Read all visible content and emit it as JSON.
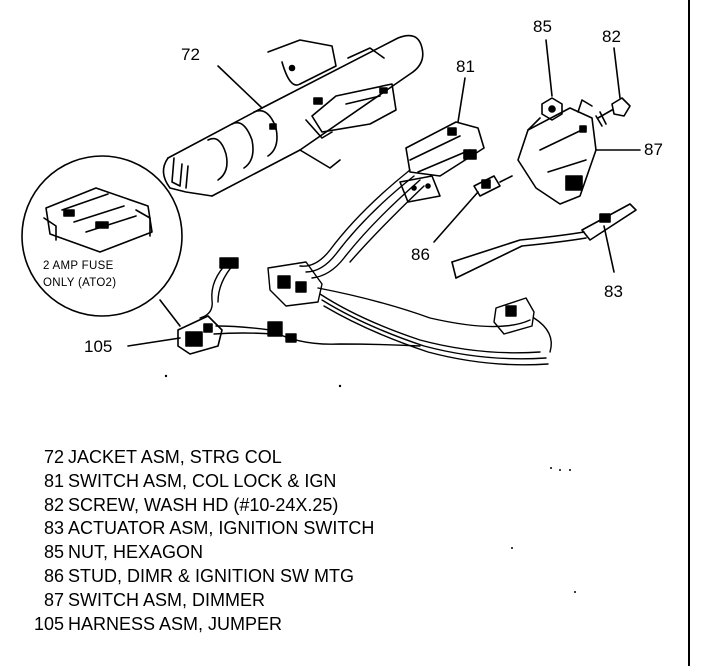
{
  "callouts": {
    "c72": "72",
    "c81": "81",
    "c85": "85",
    "c82": "82",
    "c87": "87",
    "c86": "86",
    "c83": "83",
    "c105": "105"
  },
  "inset": {
    "line1": "2 AMP FUSE",
    "line2": "ONLY  (ATO2)"
  },
  "legend": [
    {
      "num": "72",
      "desc": "JACKET ASM, STRG COL"
    },
    {
      "num": "81",
      "desc": "SWITCH ASM, COL LOCK & IGN"
    },
    {
      "num": "82",
      "desc": "SCREW, WASH HD (#10-24X.25)"
    },
    {
      "num": "83",
      "desc": "ACTUATOR ASM, IGNITION SWITCH"
    },
    {
      "num": "85",
      "desc": "NUT, HEXAGON"
    },
    {
      "num": "86",
      "desc": "STUD, DIMR & IGNITION SW MTG"
    },
    {
      "num": "87",
      "desc": "SWITCH ASM, DIMMER"
    },
    {
      "num": "105",
      "desc": "HARNESS ASM, JUMPER"
    }
  ]
}
